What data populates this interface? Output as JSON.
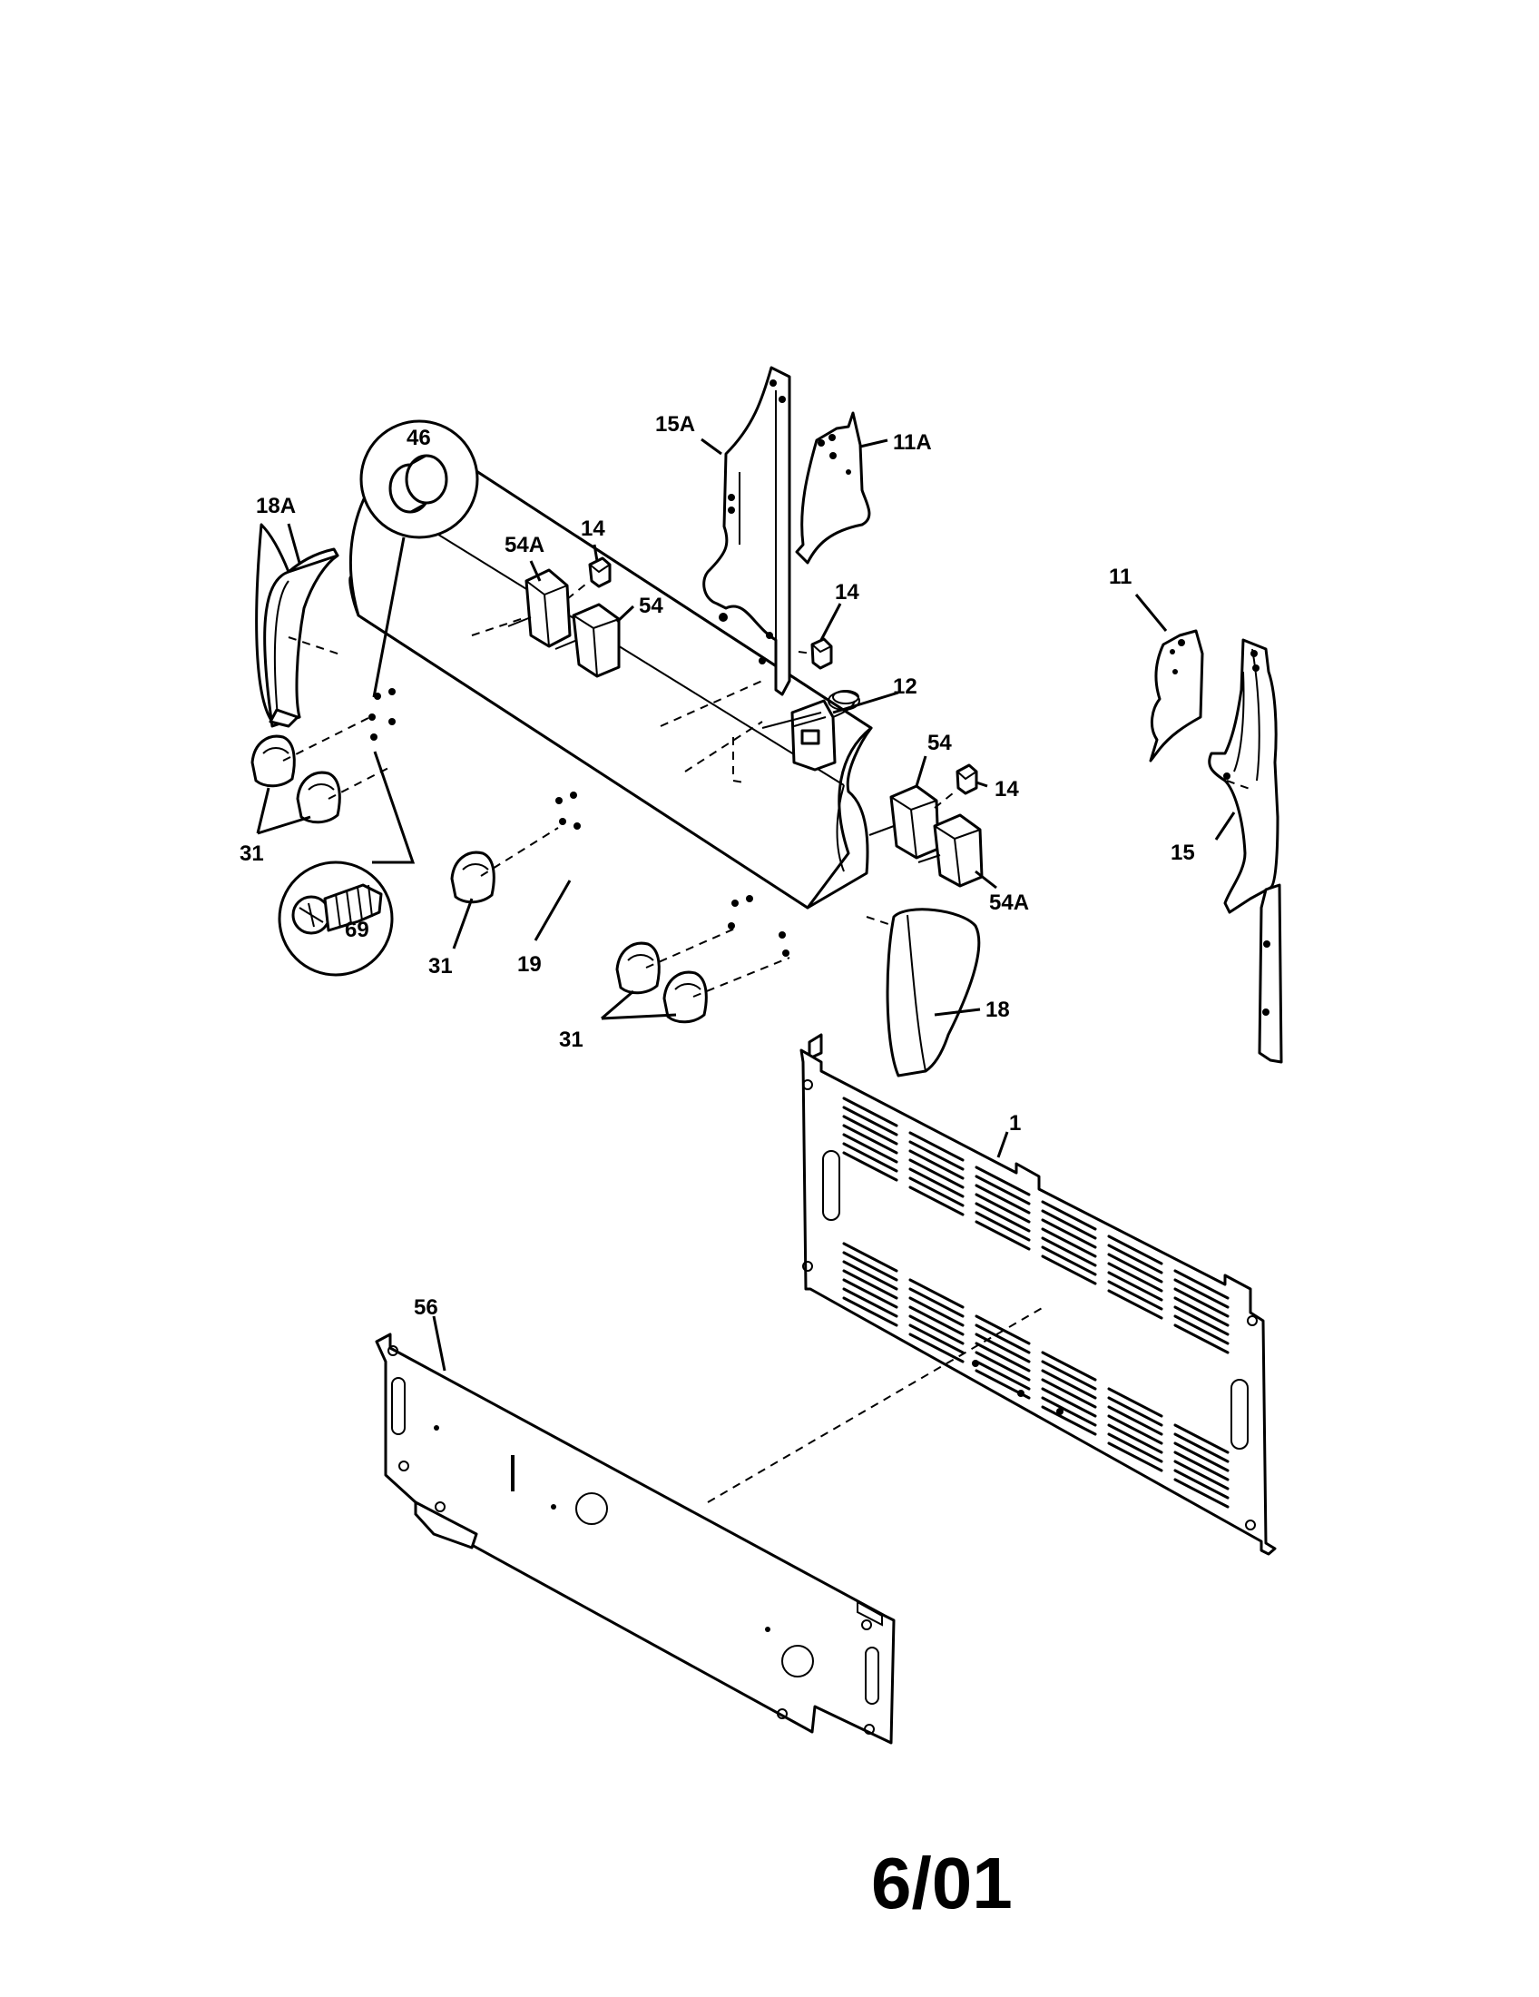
{
  "diagram": {
    "date_code": "6/01",
    "callouts": [
      {
        "id": "46",
        "text": "46"
      },
      {
        "id": "18A",
        "text": "18A"
      },
      {
        "id": "15A",
        "text": "15A"
      },
      {
        "id": "11A",
        "text": "11A"
      },
      {
        "id": "54A-top",
        "text": "54A"
      },
      {
        "id": "14-top",
        "text": "14"
      },
      {
        "id": "54-top",
        "text": "54"
      },
      {
        "id": "14-mid",
        "text": "14"
      },
      {
        "id": "12",
        "text": "12"
      },
      {
        "id": "11",
        "text": "11"
      },
      {
        "id": "54-mid",
        "text": "54"
      },
      {
        "id": "14-right",
        "text": "14"
      },
      {
        "id": "15",
        "text": "15"
      },
      {
        "id": "54A-mid",
        "text": "54A"
      },
      {
        "id": "31-left",
        "text": "31"
      },
      {
        "id": "69",
        "text": "69"
      },
      {
        "id": "31-center",
        "text": "31"
      },
      {
        "id": "19",
        "text": "19"
      },
      {
        "id": "18",
        "text": "18"
      },
      {
        "id": "31-bottom",
        "text": "31"
      },
      {
        "id": "1",
        "text": "1"
      },
      {
        "id": "56",
        "text": "56"
      }
    ]
  }
}
